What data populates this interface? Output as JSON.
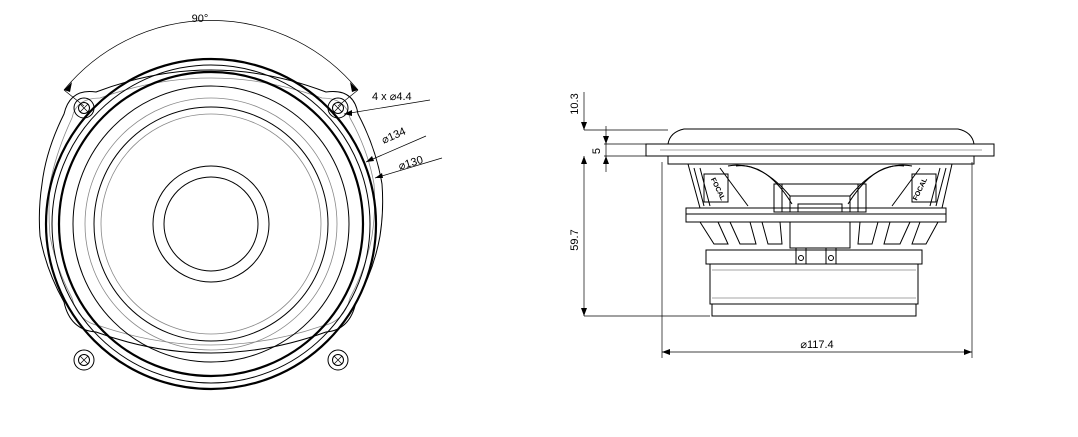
{
  "front_view": {
    "angle_label": "90°",
    "holes_label": "4 x ⌀4.4",
    "outer_diameter_label": "⌀134",
    "inner_diameter_label": "⌀130"
  },
  "side_view": {
    "flange_height_label": "10.3",
    "step_label": "5",
    "depth_label": "59.7",
    "width_label": "⌀117.4",
    "brand_text": "FOCAL"
  }
}
